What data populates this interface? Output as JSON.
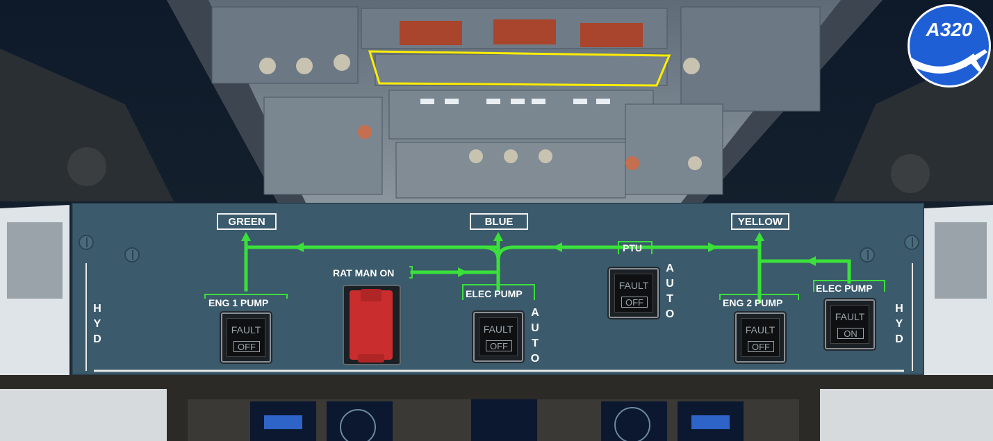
{
  "panel": {
    "title_left": "HYD",
    "title_right": "HYD",
    "systems": {
      "green": "GREEN",
      "blue": "BLUE",
      "yellow": "YELLOW"
    },
    "ptu_label": "PTU",
    "rat_label": "RAT MAN ON",
    "pushbuttons": {
      "eng1_pump": {
        "label": "ENG  1 PUMP",
        "fault": "FAULT",
        "state": "OFF"
      },
      "blue_elec_pump": {
        "label": "ELEC PUMP",
        "fault": "FAULT",
        "state": "OFF",
        "side": "AUTO"
      },
      "ptu": {
        "fault": "FAULT",
        "state": "OFF",
        "side": "AUTO"
      },
      "eng2_pump": {
        "label": "ENG  2 PUMP",
        "fault": "FAULT",
        "state": "OFF"
      },
      "yellow_elec_pump": {
        "label": "ELEC PUMP",
        "fault": "FAULT",
        "state": "ON"
      }
    }
  },
  "logo": {
    "text": "A320"
  },
  "colors": {
    "panel": "#3b5a6b",
    "flow_line": "#3be03b",
    "highlight": "#ffee00",
    "rat_cover": "#c92d2d",
    "logo": "#1f5fd6"
  }
}
